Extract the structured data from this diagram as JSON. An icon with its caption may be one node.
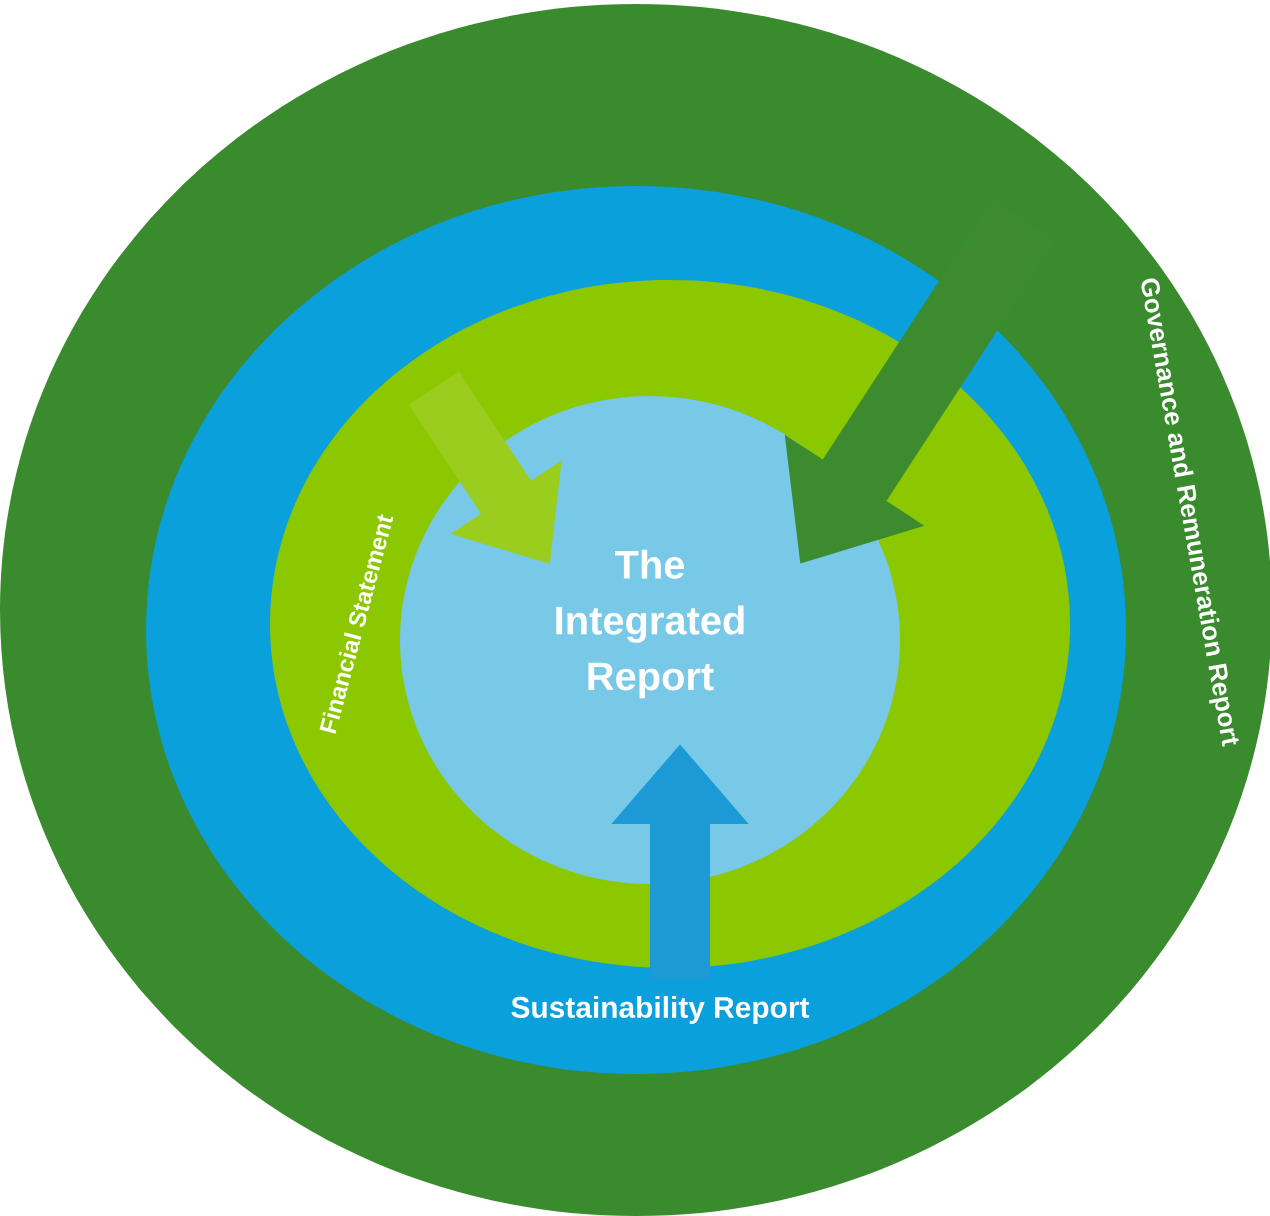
{
  "diagram": {
    "nodes": [
      {
        "text": [
          "Governance and Remuneration Report"
        ]
      },
      {
        "text": [
          "Sustainability Report"
        ],
        "in": 0
      },
      {
        "text": [
          "Financial Statement"
        ],
        "in": 1
      },
      {
        "text": [
          "The Integrated Report"
        ],
        "in": 2
      }
    ],
    "edges": [
      {
        "from": 0,
        "to": 3,
        "arrow": "to",
        "color": "#3d8b2f"
      },
      {
        "from": 2,
        "to": 3,
        "arrow": "to",
        "color": "#9acd1e"
      },
      {
        "from": 1,
        "to": 3,
        "arrow": "to",
        "color": "#1b9ad6"
      }
    ]
  }
}
